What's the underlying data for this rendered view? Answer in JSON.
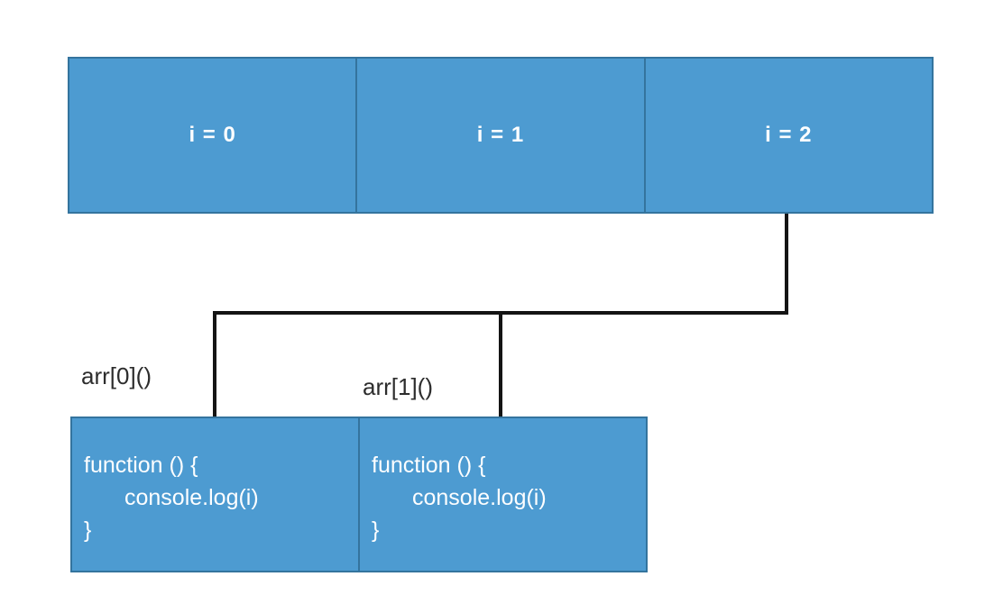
{
  "diagram": {
    "top_row": {
      "cells": [
        {
          "label": "i = 0"
        },
        {
          "label": "i = 1"
        },
        {
          "label": "i = 2"
        }
      ]
    },
    "call_labels": [
      {
        "text": "arr[0]()"
      },
      {
        "text": "arr[1]()"
      }
    ],
    "function_boxes": [
      {
        "lines": [
          "function () {",
          "console.log(i)",
          "}"
        ]
      },
      {
        "lines": [
          "function () {",
          "console.log(i)",
          "}"
        ]
      }
    ]
  },
  "colors": {
    "box_fill": "#4d9bd1",
    "box_border": "#34749e",
    "connector": "#141414",
    "box_text": "#fdfeff",
    "label_text": "#2d2d2d",
    "background": "#ffffff"
  }
}
